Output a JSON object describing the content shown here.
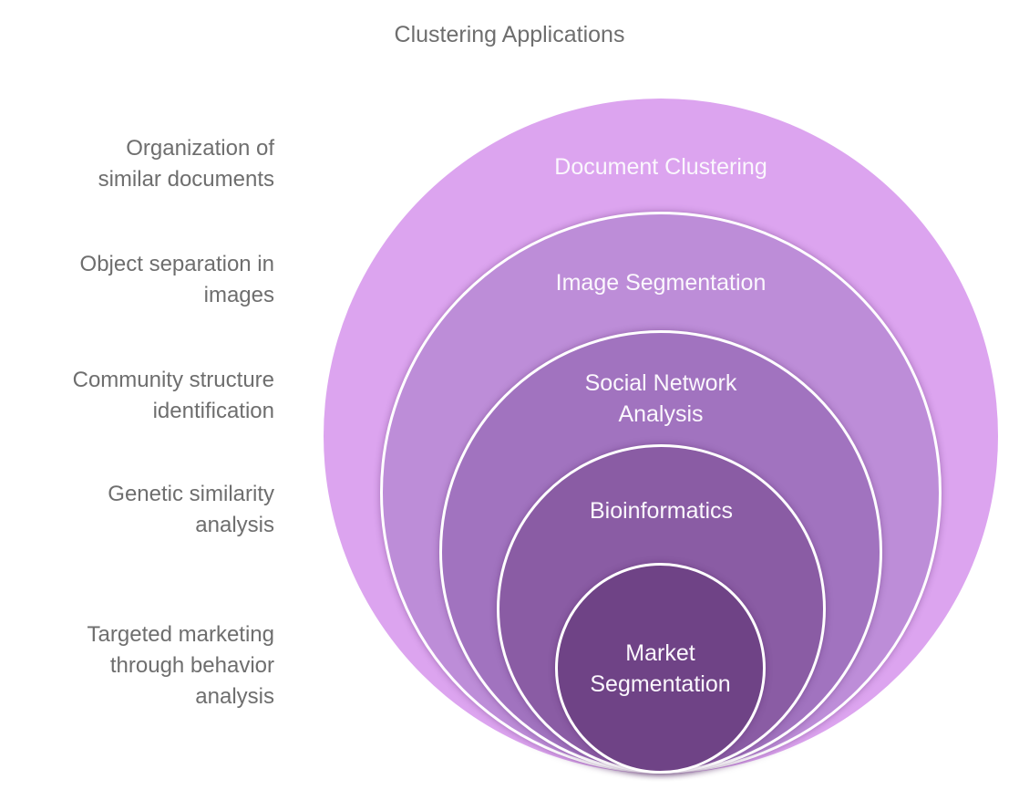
{
  "title": "Clustering Applications",
  "colors": {
    "background": "#ffffff",
    "side_label_text": "#6e6e6e",
    "circle_label_text": "#fbf7fd",
    "circle_border": "#ffffff"
  },
  "rings": [
    {
      "name": "document-clustering",
      "label_lines": [
        "Document Clustering"
      ],
      "side_label_lines": [
        "Organization of",
        "similar documents"
      ],
      "color": "#dca4ef"
    },
    {
      "name": "image-segmentation",
      "label_lines": [
        "Image Segmentation"
      ],
      "side_label_lines": [
        "Object separation in",
        "images"
      ],
      "color": "#bd8dd8"
    },
    {
      "name": "social-network-analysis",
      "label_lines": [
        "Social Network",
        "Analysis"
      ],
      "side_label_lines": [
        "Community structure",
        "identification"
      ],
      "color": "#a173bf"
    },
    {
      "name": "bioinformatics",
      "label_lines": [
        "Bioinformatics"
      ],
      "side_label_lines": [
        "Genetic similarity",
        "analysis"
      ],
      "color": "#8a5ca4"
    },
    {
      "name": "market-segmentation",
      "label_lines": [
        "Market",
        "Segmentation"
      ],
      "side_label_lines": [
        "Targeted marketing",
        "through behavior",
        "analysis"
      ],
      "color": "#6f4386"
    }
  ]
}
